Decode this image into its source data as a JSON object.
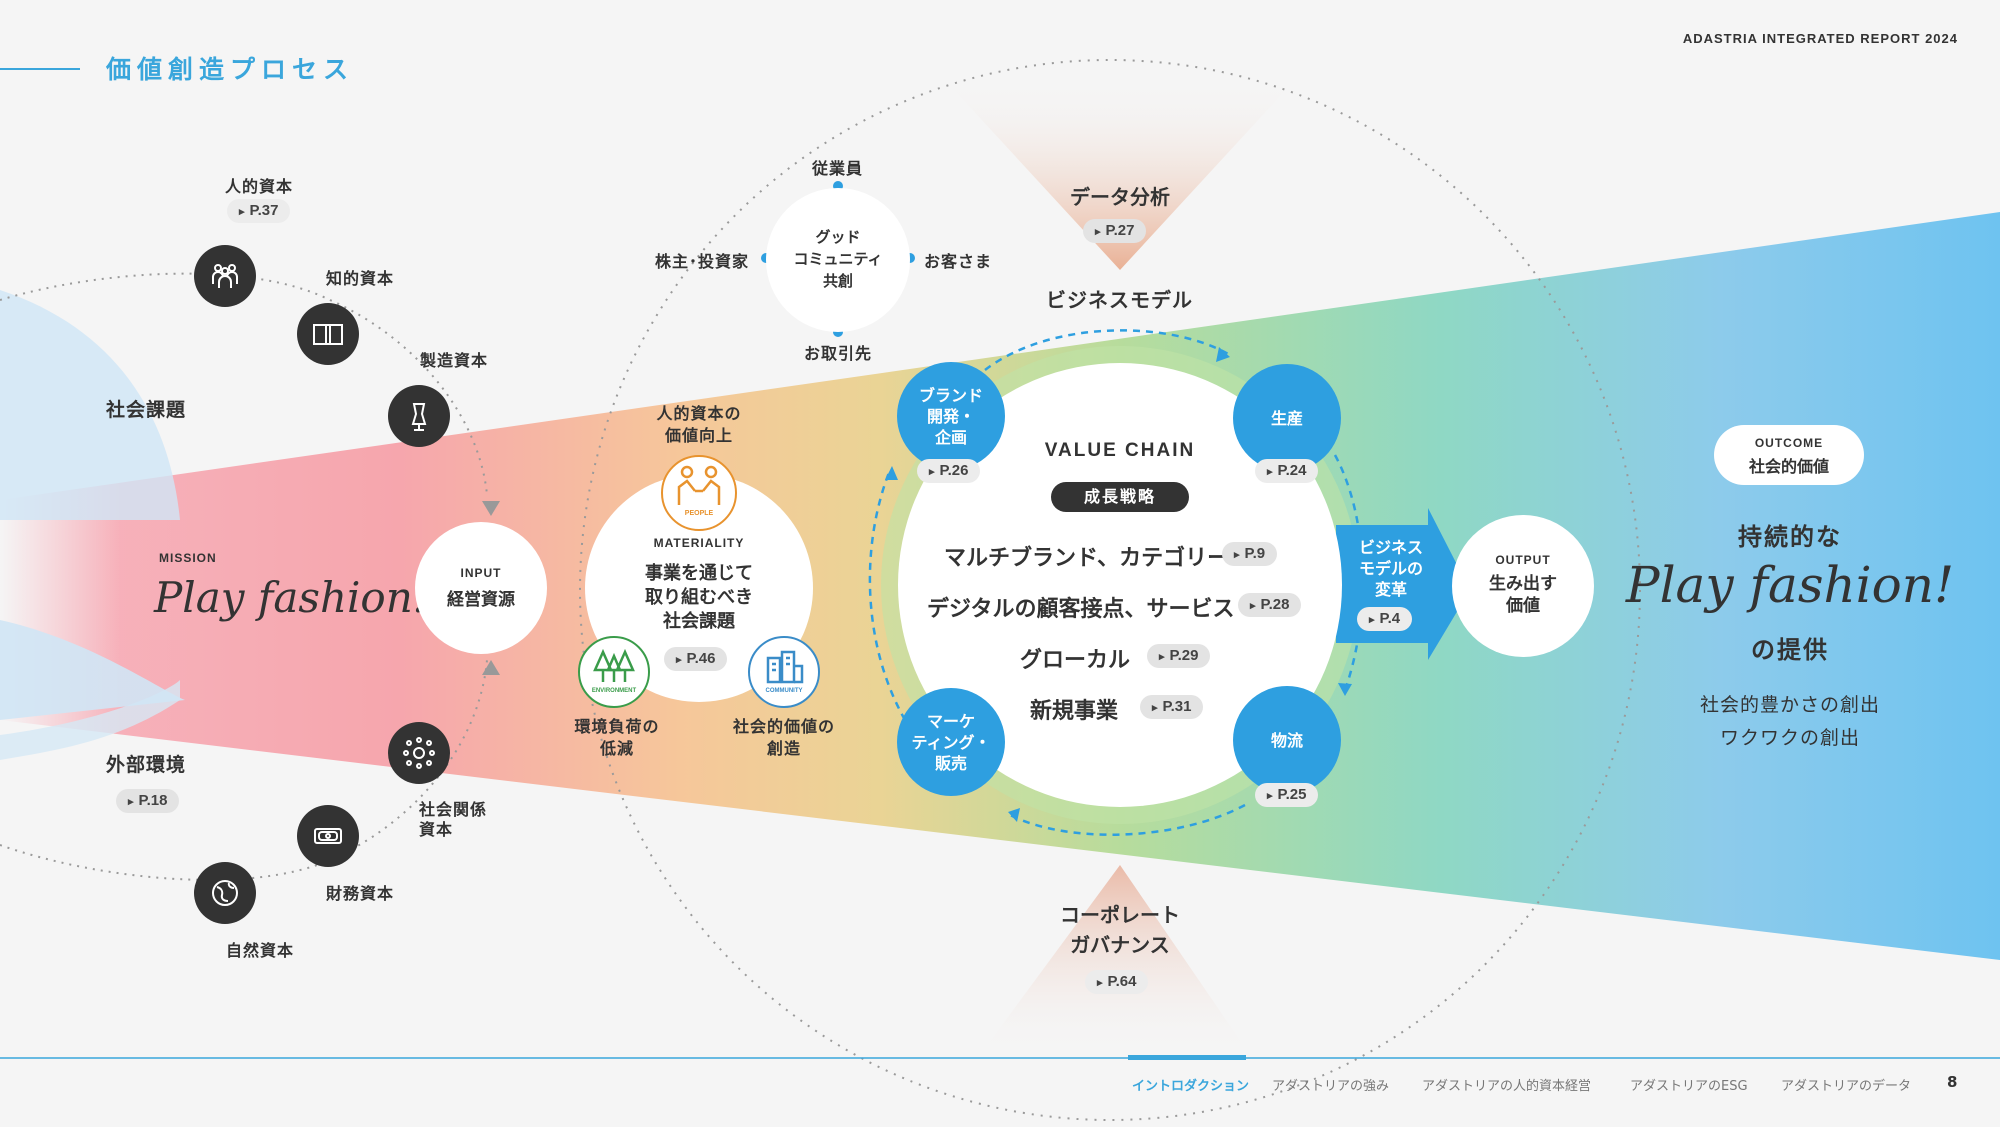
{
  "header": {
    "title": "価値創造プロセス",
    "report": "ADASTRIA INTEGRATED REPORT 2024"
  },
  "capitals_top": {
    "human": {
      "label": "人的資本",
      "page": "P.37"
    },
    "intellectual": {
      "label": "知的資本"
    },
    "manufactured": {
      "label": "製造資本"
    }
  },
  "capitals_bottom": {
    "social": {
      "label": "社会関係\n資本"
    },
    "financial": {
      "label": "財務資本"
    },
    "natural": {
      "label": "自然資本"
    }
  },
  "left": {
    "social_issues": "社会課題",
    "external": "外部環境",
    "external_page": "P.18",
    "mission_label": "MISSION",
    "mission": "Play fashion!"
  },
  "input": {
    "label": "INPUT",
    "title": "経営資源"
  },
  "community": {
    "center": "グッド\nコミュニティ\n共創",
    "top": "従業員",
    "left": "株主･投資家",
    "right": "お客さま",
    "bottom": "お取引先"
  },
  "materiality": {
    "label": "MATERIALITY",
    "title": "事業を通じて\n取り組むべき\n社会課題",
    "page": "P.46",
    "people_label": "人的資本の\n価値向上",
    "people_icon_text": "PEOPLE",
    "env_label": "環境負荷の\n低減",
    "env_icon_text": "ENVIRONMENT",
    "community_label": "社会的価値の\n創造",
    "community_icon_text": "COMMUNITY"
  },
  "data_analysis": {
    "label": "データ分析",
    "page": "P.27"
  },
  "business_model": "ビジネスモデル",
  "value_chain": {
    "title": "VALUE CHAIN",
    "badge": "成長戦略",
    "items": [
      {
        "label": "マルチブランド、カテゴリー",
        "page": "P.9"
      },
      {
        "label": "デジタルの顧客接点、サービス",
        "page": "P.28"
      },
      {
        "label": "グローカル",
        "page": "P.29"
      },
      {
        "label": "新規事業",
        "page": "P.31"
      }
    ],
    "nodes": {
      "brand": {
        "label": "ブランド\n開発・\n企画",
        "page": "P.26"
      },
      "production": {
        "label": "生産",
        "page": "P.24"
      },
      "logistics": {
        "label": "物流",
        "page": "P.25"
      },
      "marketing": {
        "label": "マーケ\nティング・\n販売"
      }
    }
  },
  "transform": {
    "label": "ビジネス\nモデルの\n変革",
    "page": "P.4"
  },
  "output": {
    "label": "OUTPUT",
    "title": "生み出す\n価値"
  },
  "governance": {
    "label": "コーポレート\nガバナンス",
    "page": "P.64"
  },
  "outcome": {
    "label": "OUTCOME",
    "title": "社会的価値",
    "lead": "持続的な",
    "script": "Play fashion!",
    "tail": "の提供",
    "line1": "社会的豊かさの創出",
    "line2": "ワクワクの創出"
  },
  "footer": {
    "tabs": [
      "イントロダクション",
      "アダストリアの強み",
      "アダストリアの人的資本経営",
      "アダストリアのESG",
      "アダストリアのデータ"
    ],
    "active": "イントロダクション",
    "page": "8"
  },
  "colors": {
    "accent": "#2e9fe0",
    "title": "#3aa6dc",
    "dark_icon": "#333333",
    "people": "#e8932e",
    "environment": "#3a9c4a",
    "community": "#3a8cc8"
  }
}
